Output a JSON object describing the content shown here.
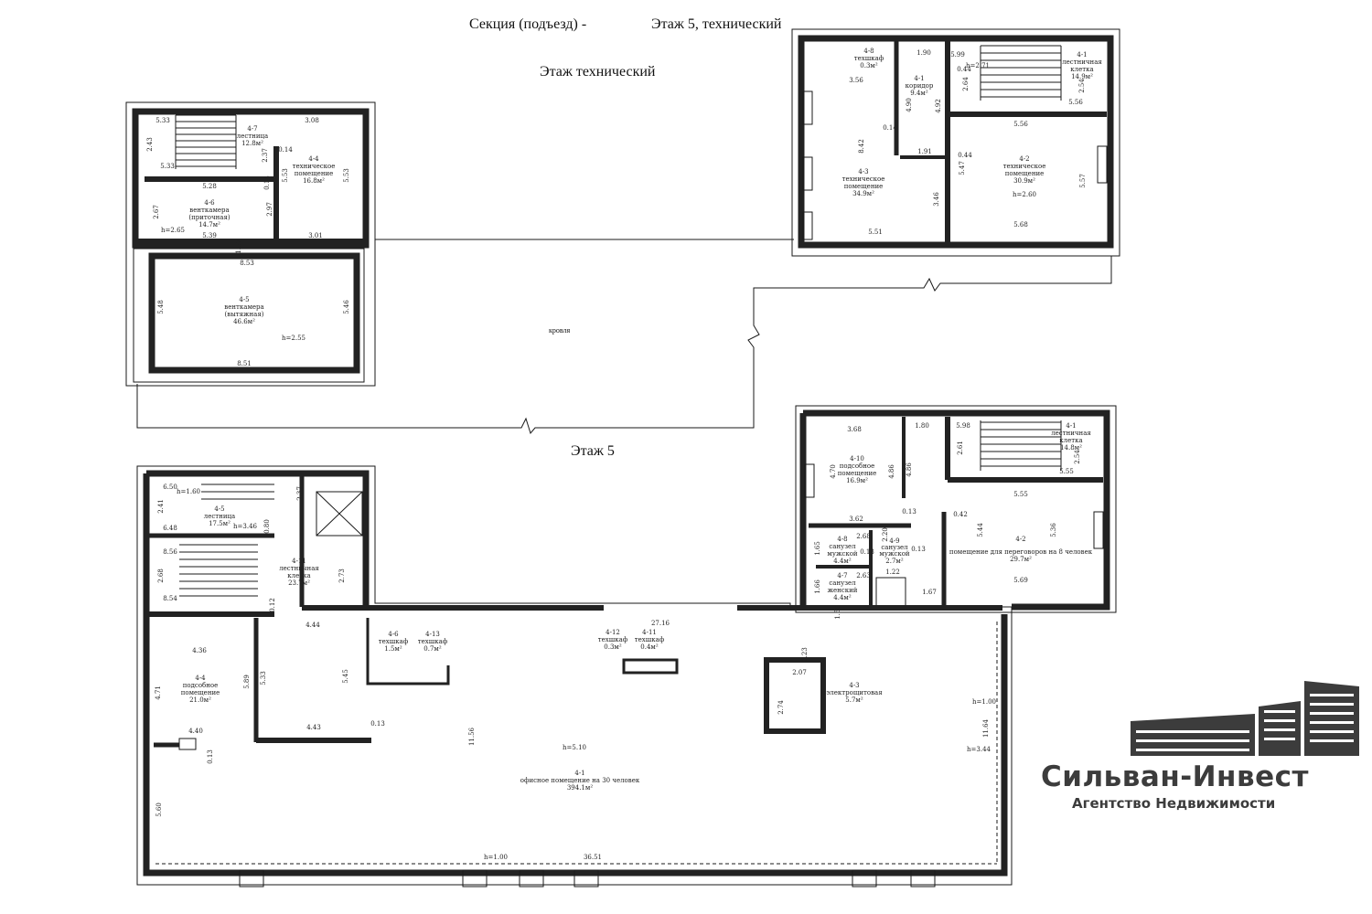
{
  "titles": {
    "section": "Секция (подъезд) -",
    "floor": "Этаж  5, технический",
    "tech": "Этаж  технический",
    "floor5": "Этаж  5",
    "roof": "кровля"
  },
  "brand": {
    "name": "Сильван-Инвест",
    "subtitle": "Агентство Недвижимости",
    "color": "#3c3c3c"
  },
  "labels": [
    "5.33",
    "2.43",
    "5.33",
    "4-7",
    "лестница",
    "12.8м²",
    "3.08",
    "0.14",
    "2.37",
    "4-4",
    "техническое",
    "помещение",
    "16.8м²",
    "5.53",
    "5.53",
    "0.14",
    "5.28",
    "4-6",
    "венткамера",
    "(приточная)",
    "14.7м²",
    "2.67",
    "2.97",
    "h=2.65",
    "5.39",
    "3.01",
    "1.57",
    "8.53",
    "4-5",
    "венткамера",
    "(вытяжная)",
    "46.6м²",
    "5.48",
    "5.46",
    "h=2.55",
    "8.51",
    "4-8",
    "техшкаф",
    "0.3м²",
    "1.90",
    "5.99",
    "h=2.71",
    "4-1",
    "лестничная",
    "клетка",
    "14.9м²",
    "0.44",
    "2.64",
    "2.54",
    "5.56",
    "3.56",
    "4-1",
    "коридор",
    "9.4м²",
    "4.90",
    "4.92",
    "8.42",
    "0.14",
    "5.56",
    "1.91",
    "0.44",
    "4-3",
    "техническое",
    "помещение",
    "34.9м²",
    "5.47",
    "4-2",
    "техническое",
    "помещение",
    "30.9м²",
    "h=2.60",
    "5.57",
    "3.46",
    "5.51",
    "5.68",
    "3.68",
    "1.80",
    "5.98",
    "2.61",
    "4-1",
    "лестничная",
    "клетка",
    "14.8м²",
    "2.54",
    "5.55",
    "4-10",
    "подсобное",
    "помещение",
    "16.9м²",
    "4.70",
    "4.86",
    "4.86",
    "3.62",
    "0.13",
    "5.55",
    "0.42",
    "2.68",
    "2.20",
    "4-8",
    "санузел",
    "мужской",
    "4.4м²",
    "1.65",
    "0.13",
    "4-9",
    "санузел",
    "мужской",
    "2.7м²",
    "0.13",
    "1.22",
    "2.63",
    "4-7",
    "санузел",
    "женский",
    "4.4м²",
    "1.66",
    "1.56",
    "1.67",
    "5.44",
    "5.36",
    "4-2",
    "помещение для переговоров на 8 человек",
    "29.7м²",
    "5.69",
    "6.50",
    "h=1.60",
    "2.41",
    "2.37",
    "4-5",
    "лестница",
    "17.5м²",
    "h=3.46",
    "6.48",
    "0.80",
    "8.56",
    "2.68",
    "4-11",
    "лестничная",
    "клетка",
    "23.7м²",
    "2.73",
    "8.54",
    "0.12",
    "4.44",
    "27.16",
    "4-6",
    "техшкаф",
    "1.5м²",
    "4-13",
    "техшкаф",
    "0.7м²",
    "4-12",
    "техшкаф",
    "0.3м²",
    "4-11",
    "техшкаф",
    "0.4м²",
    "0.23",
    "2.07",
    "4.36",
    "5.89",
    "5.33",
    "5.45",
    "4-4",
    "подсобное",
    "помещение",
    "21.0м²",
    "4.71",
    "4-3",
    "электрощитовая",
    "5.7м²",
    "2.74",
    "h=1.00",
    "4.40",
    "4.43",
    "0.13",
    "11.56",
    "h=5.10",
    "11.64",
    "h=3.44",
    "0.13",
    "4-1",
    "офисное помещение на 30 человек",
    "394.1м²",
    "5.60",
    "h=1.00",
    "36.51"
  ]
}
